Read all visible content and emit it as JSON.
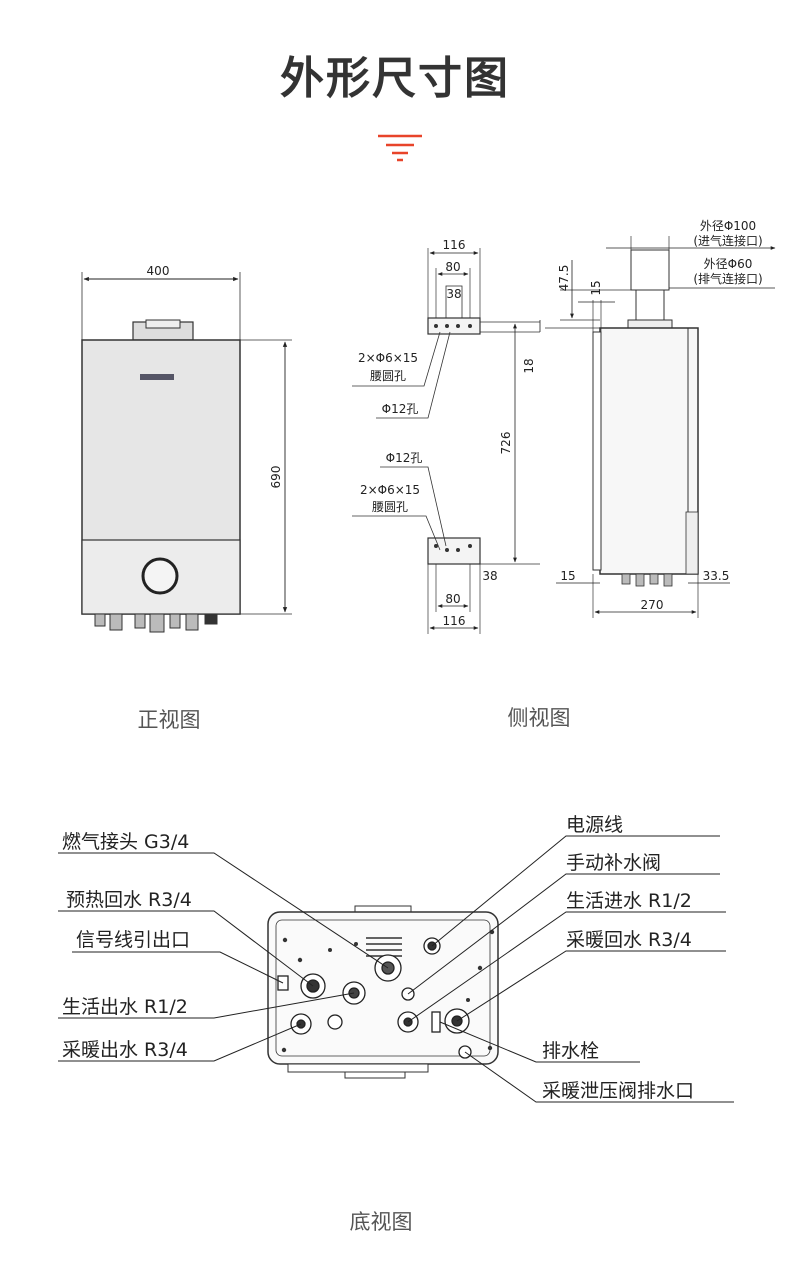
{
  "title": "外形尺寸图",
  "accent_color": "#e8442a",
  "front_view": {
    "caption": "正视图",
    "width_dim": "400",
    "height_dim": "690"
  },
  "side_view": {
    "caption": "侧视图",
    "bracket_top_116": "116",
    "bracket_top_80": "80",
    "bracket_top_38": "38",
    "slot_note_top_1": "2×Φ6×15",
    "slot_note_top_2": "腰圆孔",
    "hole_note_top": "Φ12孔",
    "hole_note_bottom": "Φ12孔",
    "slot_note_bottom_1": "2×Φ6×15",
    "slot_note_bottom_2": "腰圆孔",
    "bracket_bottom_38": "38",
    "bracket_bottom_80": "80",
    "bracket_bottom_116": "116",
    "dim_726": "726",
    "dim_18": "18",
    "dim_47_5": "47.5",
    "dim_15_top": "15",
    "outer_100_1": "外径Φ100",
    "outer_100_2": "(进气连接口)",
    "outer_60_1": "外径Φ60",
    "outer_60_2": "(排气连接口)",
    "dim_15_bottom": "15",
    "dim_33_5": "33.5",
    "dim_270": "270"
  },
  "bottom_view": {
    "caption": "底视图",
    "labels_left": {
      "gas": "燃气接头 G3/4",
      "preheat_return": "预热回水 R3/4",
      "signal_outlet": "信号线引出口",
      "dhw_out": "生活出水 R1/2",
      "heating_out": "采暖出水 R3/4"
    },
    "labels_right": {
      "power_cable": "电源线",
      "manual_fill_valve": "手动补水阀",
      "dhw_in": "生活进水 R1/2",
      "heating_return": "采暖回水 R3/4",
      "drain_plug": "排水栓",
      "relief_valve_drain": "采暖泄压阀排水口"
    }
  }
}
